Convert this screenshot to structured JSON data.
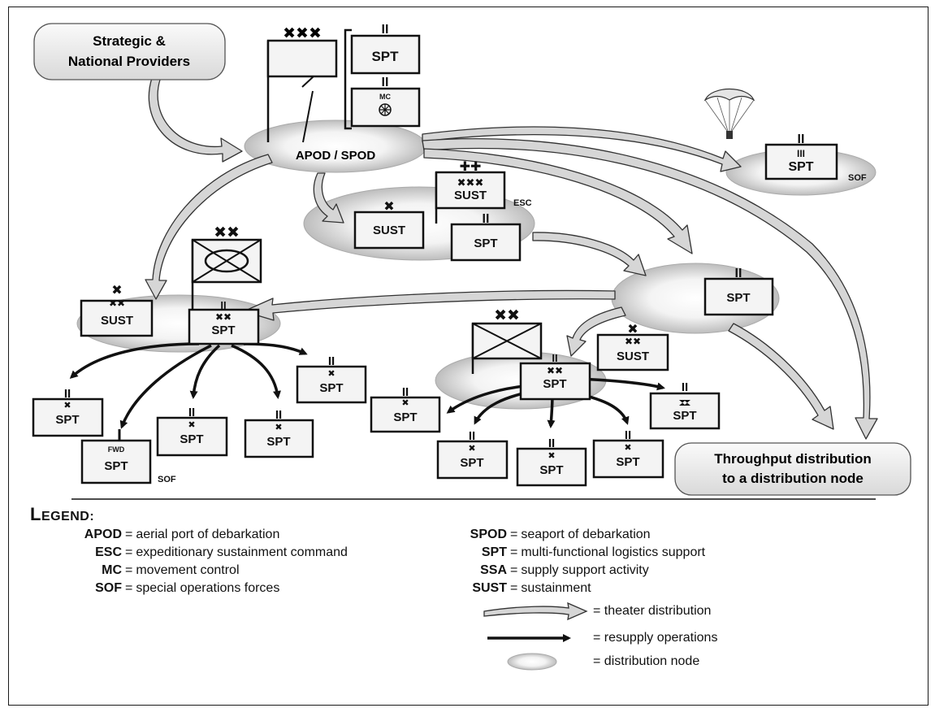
{
  "header_box": {
    "line1": "Strategic &",
    "line2": "National Providers"
  },
  "hub": {
    "label": "APOD / SPOD"
  },
  "echelons": {
    "army": "✖✖✖",
    "division": "✖✖",
    "brigade": "✖",
    "battalion": "II",
    "regiment": "III",
    "command": "✚✚"
  },
  "units": {
    "spt": "SPT",
    "sust": "SUST",
    "mc": "MC",
    "fwd": "FWD",
    "sof": "SOF",
    "esc": "ESC"
  },
  "throughput_box": {
    "line1": "Throughput distribution",
    "line2": "to a distribution node"
  },
  "legend": {
    "title_cap": "L",
    "title_rest": "EGEND:",
    "left": [
      {
        "abbr": "APOD",
        "def": "aerial port of debarkation"
      },
      {
        "abbr": "ESC",
        "def": "expeditionary sustainment command"
      },
      {
        "abbr": "MC",
        "def": "movement control"
      },
      {
        "abbr": "SOF",
        "def": "special operations forces"
      }
    ],
    "right": [
      {
        "abbr": "SPOD",
        "def": "seaport of debarkation"
      },
      {
        "abbr": "SPT",
        "def": "multi-functional logistics support"
      },
      {
        "abbr": "SSA",
        "def": "supply support activity"
      },
      {
        "abbr": "SUST",
        "def": "sustainment"
      }
    ],
    "eq": "=",
    "symbols": [
      {
        "icon": "hollow-arrow-icon",
        "text": "theater distribution"
      },
      {
        "icon": "solid-arrow-icon",
        "text": "resupply operations"
      },
      {
        "icon": "ellipse-node-icon",
        "text": "distribution node"
      }
    ]
  },
  "colors": {
    "node_fill": "#d4d4d4",
    "box_fill": "#f2f2f2",
    "arrow_fill": "#cfcfcf",
    "stroke": "#1a1a1a"
  }
}
